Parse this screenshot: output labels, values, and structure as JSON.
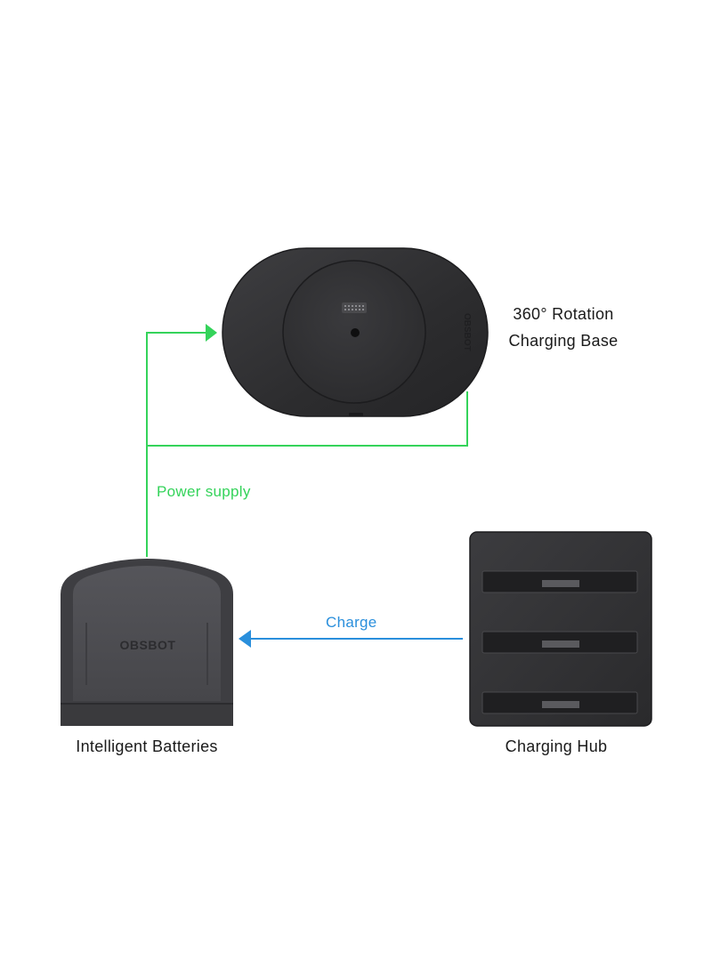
{
  "devices": {
    "charging_base": {
      "line1": "360° Rotation",
      "line2": "Charging Base",
      "brand_mark": "OBSBOT"
    },
    "batteries": {
      "label": "Intelligent Batteries",
      "logo_text": "OBSBOT"
    },
    "charging_hub": {
      "label": "Charging Hub"
    }
  },
  "flows": {
    "power": {
      "label": "Power supply",
      "color": "#34d35a"
    },
    "charge": {
      "label": "Charge",
      "color": "#2a8fdc"
    }
  },
  "colors": {
    "device_dark": "#2f2f31",
    "device_mid": "#3a3a3d",
    "battery_body": "#4a4a4e"
  }
}
